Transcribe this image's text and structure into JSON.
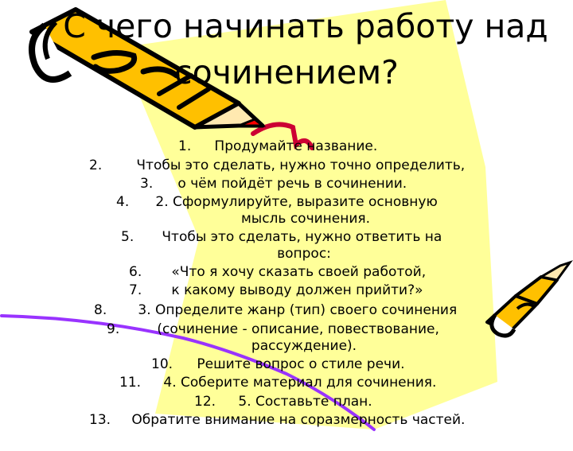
{
  "slide": {
    "title_line1": "С чего начинать работу над",
    "title_line2": "сочинением?",
    "items": [
      {
        "num": "1.",
        "text": "Продумайте название."
      },
      {
        "num": "2.",
        "text": "Чтобы это сделать, нужно точно определить,"
      },
      {
        "num": "3.",
        "text": "о чём пойдёт речь в сочинении."
      },
      {
        "num": "4.",
        "text": "2. Сформулируйте, выразите основную"
      },
      {
        "num": "",
        "text": "мысль сочинения."
      },
      {
        "num": "5.",
        "text": "Чтобы это сделать, нужно ответить на"
      },
      {
        "num": "",
        "text": "вопрос:"
      },
      {
        "num": "6.",
        "text": "«Что я хочу сказать своей работой,"
      },
      {
        "num": "7.",
        "text": "к какому выводу должен прийти?»"
      },
      {
        "num": "8.",
        "text": "3. Определите жанр (тип) своего сочинения"
      },
      {
        "num": "9.",
        "text": "(сочинение - описание, повествование,"
      },
      {
        "num": "",
        "text": "рассуждение)."
      },
      {
        "num": "10.",
        "text": "Решите вопрос о стиле речи."
      },
      {
        "num": "11.",
        "text": "4. Соберите материал для сочинения."
      },
      {
        "num": "12.",
        "text": "5. Составьте план."
      },
      {
        "num": "13.",
        "text": "Обратите внимание на соразмерность частей."
      }
    ]
  },
  "colors": {
    "highlight": "#ffff99",
    "pencil_body": "#ffc000",
    "pencil_outline": "#000000",
    "pencil_tip": "#ff0000",
    "underline": "#cc0033",
    "scribble": "#9933ff"
  },
  "icons": [
    "pencil-icon-large",
    "pencil-icon-small"
  ]
}
